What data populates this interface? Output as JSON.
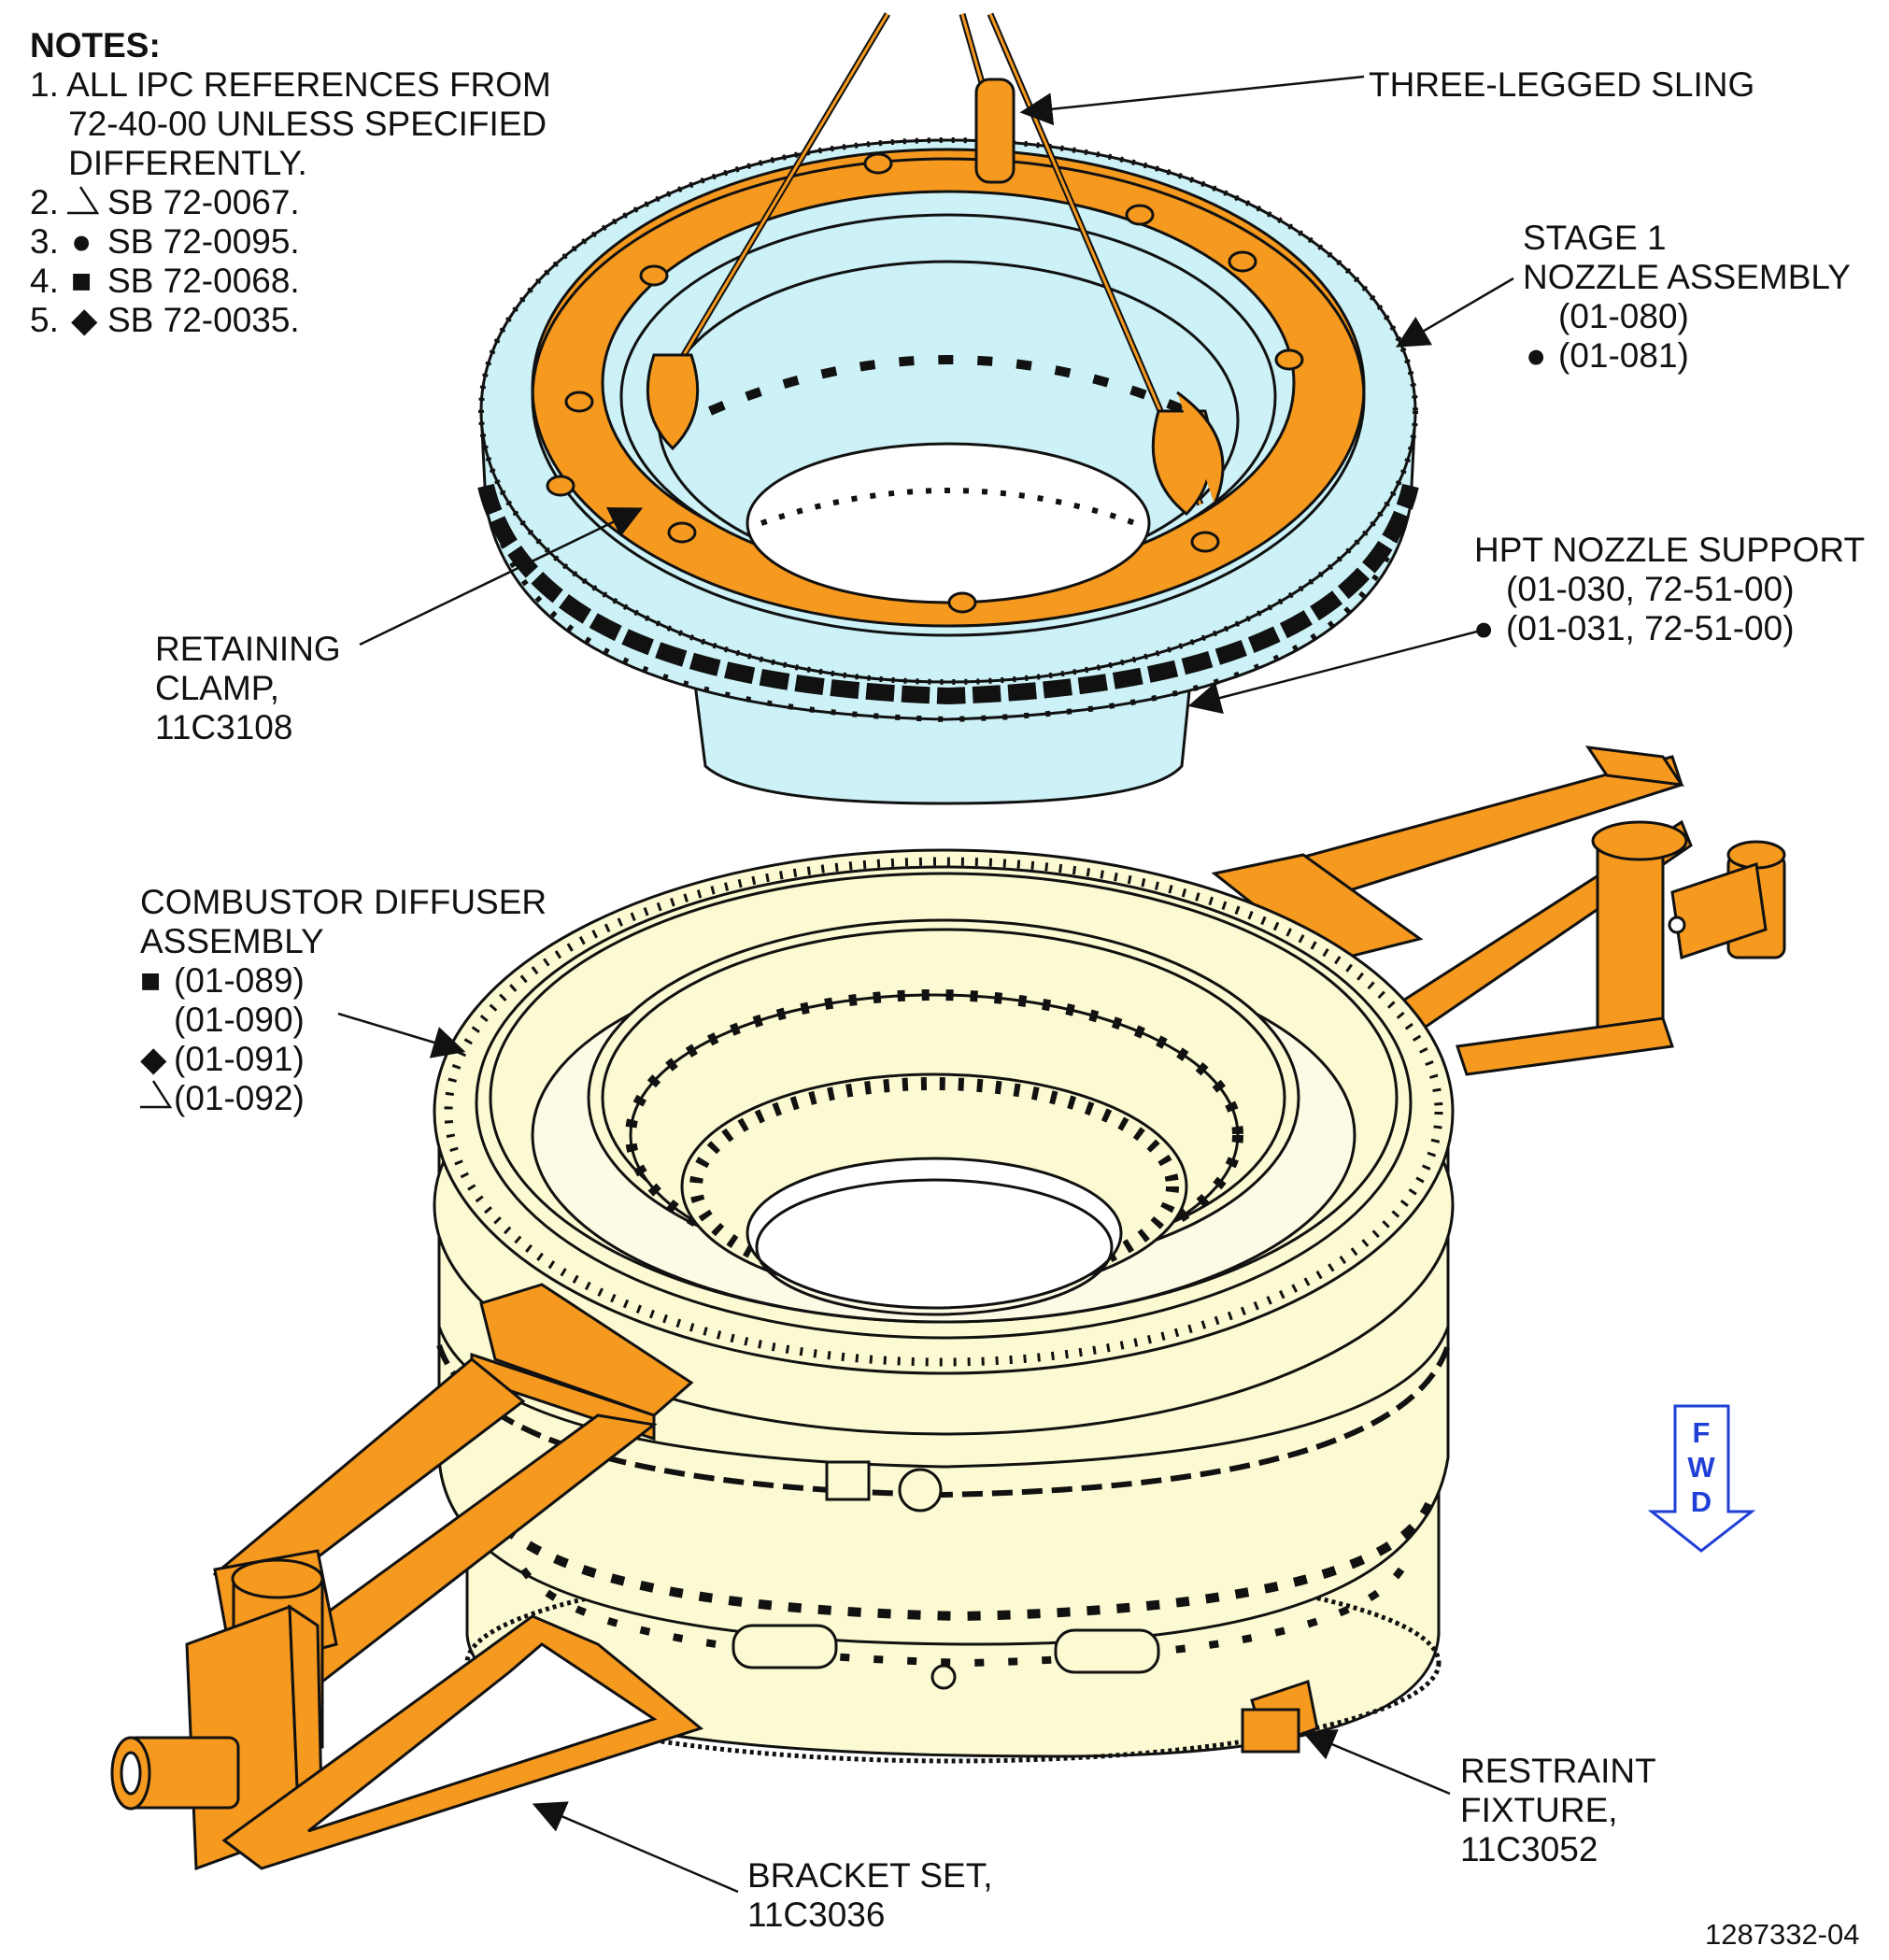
{
  "notes": {
    "title": "NOTES:",
    "items": [
      "1. ALL IPC REFERENCES FROM",
      "    72-40-00 UNLESS SPECIFIED",
      "    DIFFERENTLY.",
      "2.",
      "SB 72-0067.",
      "3.",
      "SB 72-0095.",
      "4.",
      "SB 72-0068.",
      "5.",
      "SB 72-0035."
    ]
  },
  "symbols": {
    "note2": "triangle-flag-icon",
    "note3": "●",
    "note4": "■",
    "note5": "◆"
  },
  "labels": {
    "sling": "THREE-LEGGED SLING",
    "stage1": [
      "STAGE 1",
      "NOZZLE ASSEMBLY",
      "(01-080)",
      "(01-081)"
    ],
    "hpt": [
      "HPT NOZZLE SUPPORT",
      "(01-030, 72-51-00)",
      "(01-031, 72-51-00)"
    ],
    "clamp": [
      "RETAINING",
      "CLAMP,",
      "11C3108"
    ],
    "combustor": [
      "COMBUSTOR DIFFUSER",
      "ASSEMBLY",
      "(01-089)",
      "(01-090)",
      "(01-091)",
      "(01-092)"
    ],
    "restraint": [
      "RESTRAINT",
      "FIXTURE,",
      "11C3052"
    ],
    "bracket": [
      "BRACKET SET,",
      "11C3036"
    ],
    "figure_id": "1287332-04",
    "fwd": [
      "F",
      "W",
      "D"
    ]
  },
  "colors": {
    "orange": "#f6991f",
    "light_blue": "#ccf1f6",
    "cream": "#fcfad2",
    "fwd_blue": "#1f3fd6",
    "outline": "#111111"
  }
}
